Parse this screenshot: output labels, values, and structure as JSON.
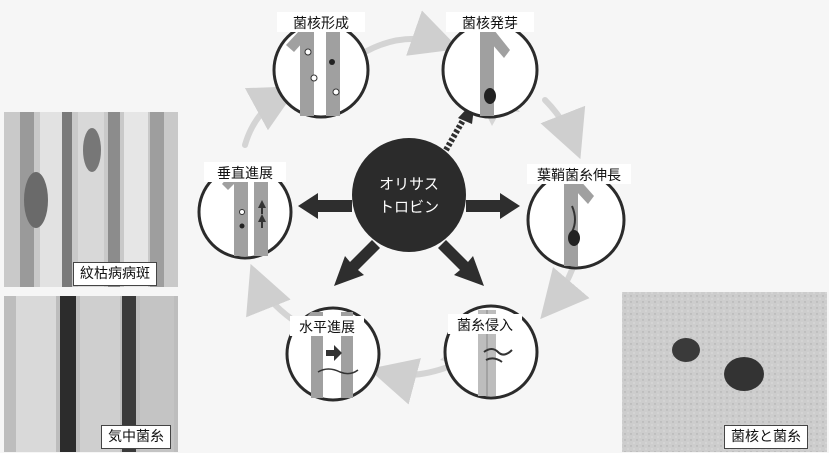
{
  "center": {
    "line1": "オリサス",
    "line2": "トロビン"
  },
  "stages": [
    {
      "id": "sclerotium-formation",
      "label": "菌核形成"
    },
    {
      "id": "sclerotium-germination",
      "label": "菌核発芽"
    },
    {
      "id": "sheath-hyphae-extension",
      "label": "葉鞘菌糸伸長"
    },
    {
      "id": "hyphae-invasion",
      "label": "菌糸侵入"
    },
    {
      "id": "horizontal-spread",
      "label": "水平進展"
    },
    {
      "id": "vertical-spread",
      "label": "垂直進展"
    }
  ],
  "photos": {
    "left_top": {
      "label": "紋枯病病斑"
    },
    "left_bottom": {
      "label": "気中菌糸"
    },
    "right": {
      "label": "菌核と菌糸"
    }
  },
  "colors": {
    "center_fill": "#2b2b2b",
    "arrow_dark": "#2e2e2e",
    "cycle_arrow": "#d4d4d4",
    "stem": "#8a8a8a"
  }
}
